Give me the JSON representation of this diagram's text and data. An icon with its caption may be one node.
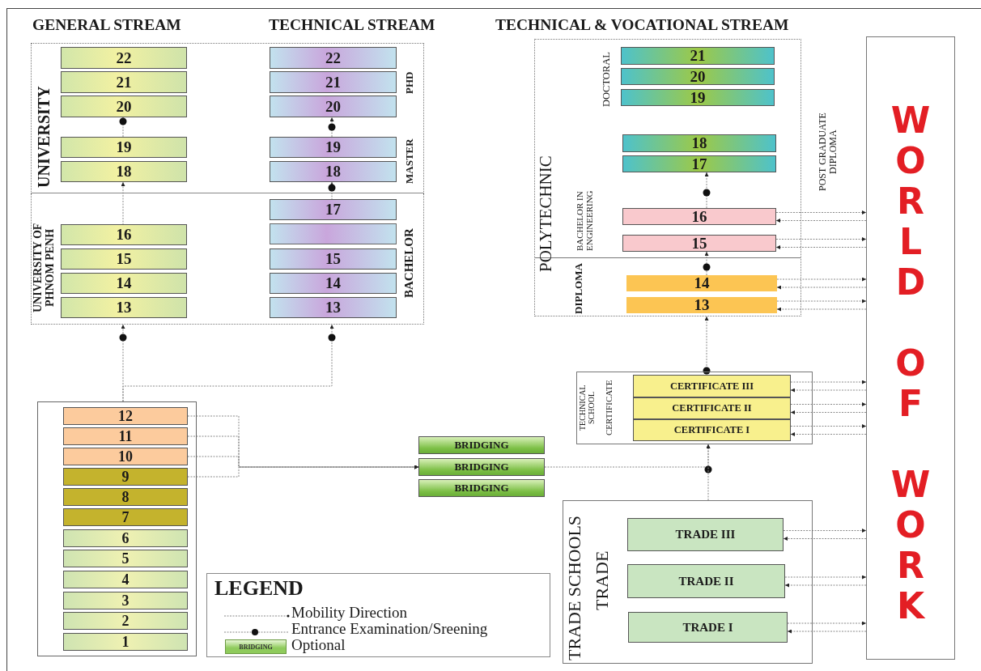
{
  "diagram": {
    "nodes": [
      {
        "text": [
          "UNIVERSITY"
        ]
      },
      {
        "text": [
          "22"
        ],
        "in": 0
      },
      {
        "text": [
          "21"
        ],
        "in": 0
      },
      {
        "text": [
          "20"
        ],
        "in": 0
      },
      {
        "text": [
          "19"
        ],
        "in": 0
      },
      {
        "text": [
          "18"
        ],
        "in": 0
      },
      {
        "text": [
          "22"
        ],
        "in": 0
      },
      {
        "text": [
          "21"
        ],
        "in": 0
      },
      {
        "text": [
          "20"
        ],
        "in": 0
      },
      {
        "text": [
          "19"
        ],
        "in": 0
      },
      {
        "text": [
          "18"
        ],
        "in": 0
      },
      {
        "text": [
          "UNIVERSITY OF PHNOM PENH"
        ]
      },
      {
        "text": [
          "16"
        ],
        "in": 11
      },
      {
        "text": [
          "15"
        ],
        "in": 11
      },
      {
        "text": [
          "14"
        ],
        "in": 11
      },
      {
        "text": [
          "13"
        ],
        "in": 11
      },
      {
        "text": [
          "17"
        ],
        "in": 11
      },
      {
        "text": [],
        "shape": "box",
        "in": 11
      },
      {
        "text": [
          "15"
        ],
        "in": 11
      },
      {
        "text": [
          "14"
        ],
        "in": 11
      },
      {
        "text": [
          "13"
        ],
        "in": 11
      },
      {
        "text": [
          "POLYTECHNIC"
        ]
      },
      {
        "text": [
          "21"
        ],
        "in": 21
      },
      {
        "text": [
          "20"
        ],
        "in": 21
      },
      {
        "text": [
          "19"
        ],
        "in": 21
      },
      {
        "text": [
          "18"
        ],
        "in": 21
      },
      {
        "text": [
          "17"
        ],
        "in": 21
      },
      {
        "text": [
          "16"
        ],
        "in": 21
      },
      {
        "text": [
          "15"
        ],
        "in": 21
      },
      {
        "text": [
          "14"
        ],
        "in": 21
      },
      {
        "text": [
          "13"
        ],
        "in": 21
      },
      {
        "text": [
          "WORLD OF WORK"
        ]
      },
      {
        "text": [],
        "shape": "box"
      },
      {
        "text": [
          "12"
        ],
        "in": 32
      },
      {
        "text": [
          "11"
        ],
        "in": 32
      },
      {
        "text": [
          "10"
        ],
        "in": 32
      },
      {
        "text": [
          "9"
        ],
        "in": 32
      },
      {
        "text": [
          "8"
        ],
        "in": 32
      },
      {
        "text": [
          "7"
        ],
        "in": 32
      },
      {
        "text": [
          "6"
        ],
        "in": 32
      },
      {
        "text": [
          "5"
        ],
        "in": 32
      },
      {
        "text": [
          "4"
        ],
        "in": 32
      },
      {
        "text": [
          "3"
        ],
        "in": 32
      },
      {
        "text": [
          "2"
        ],
        "in": 32
      },
      {
        "text": [
          "1"
        ],
        "in": 32
      },
      {
        "text": [
          "BRIDGING"
        ]
      },
      {
        "text": [
          "BRIDGING"
        ]
      },
      {
        "text": [
          "BRIDGING"
        ]
      },
      {
        "text": [
          "TECHNICAL SCHOOL",
          "CERTIFICATE"
        ]
      },
      {
        "text": [
          "CERTIFICATE III"
        ],
        "in": 48
      },
      {
        "text": [
          "CERTIFICATE II"
        ],
        "in": 48
      },
      {
        "text": [
          "CERTIFICATE I"
        ],
        "in": 48
      },
      {
        "text": [
          "TRADE SCHOOLS",
          "TRADE"
        ]
      },
      {
        "text": [
          "TRADE III"
        ],
        "in": 52
      },
      {
        "text": [
          "TRADE II"
        ],
        "in": 52
      },
      {
        "text": [
          "TRADE I"
        ],
        "in": 52
      }
    ],
    "edges": [
      {
        "from": 4,
        "to": 3,
        "arrow": "to"
      },
      {
        "from": 12,
        "to": 5,
        "arrow": "to"
      },
      {
        "from": 9,
        "to": 8,
        "arrow": "to"
      },
      {
        "from": 16,
        "to": 10,
        "arrow": "to"
      },
      {
        "from": 32,
        "to": 11,
        "arrow": "to"
      },
      {
        "from": 32,
        "to": 11,
        "arrow": "to"
      },
      {
        "from": 33,
        "to": 46,
        "arrow": "to"
      },
      {
        "from": 34,
        "to": 46,
        "arrow": "to"
      },
      {
        "from": 35,
        "to": 46,
        "arrow": "to"
      },
      {
        "from": 36,
        "to": 46,
        "arrow": "to"
      },
      {
        "from": 46,
        "to": 48,
        "arrow": "to"
      },
      {
        "from": 52,
        "to": 48,
        "arrow": "to"
      },
      {
        "from": 48,
        "to": 21,
        "arrow": "to"
      },
      {
        "from": 29,
        "to": 28,
        "arrow": "to"
      },
      {
        "from": 27,
        "to": 26,
        "arrow": "to"
      },
      {
        "from": 27,
        "to": 31,
        "arrow": "to"
      },
      {
        "from": 31,
        "to": 27,
        "arrow": "to"
      },
      {
        "from": 28,
        "to": 31,
        "arrow": "to"
      },
      {
        "from": 31,
        "to": 28,
        "arrow": "to"
      },
      {
        "from": 29,
        "to": 31,
        "arrow": "to"
      },
      {
        "from": 31,
        "to": 29,
        "arrow": "to"
      },
      {
        "from": 30,
        "to": 31,
        "arrow": "to"
      },
      {
        "from": 31,
        "to": 30,
        "arrow": "to"
      },
      {
        "from": 49,
        "to": 31,
        "arrow": "to"
      },
      {
        "from": 31,
        "to": 49,
        "arrow": "to"
      },
      {
        "from": 50,
        "to": 31,
        "arrow": "to"
      },
      {
        "from": 31,
        "to": 50,
        "arrow": "to"
      },
      {
        "from": 51,
        "to": 31,
        "arrow": "to"
      },
      {
        "from": 31,
        "to": 51,
        "arrow": "to"
      },
      {
        "from": 53,
        "to": 31,
        "arrow": "to"
      },
      {
        "from": 31,
        "to": 53,
        "arrow": "to"
      },
      {
        "from": 54,
        "to": 31,
        "arrow": "to"
      },
      {
        "from": 31,
        "to": 54,
        "arrow": "to"
      },
      {
        "from": 55,
        "to": 31,
        "arrow": "to"
      },
      {
        "from": 31,
        "to": 55,
        "arrow": "to"
      }
    ],
    "labels": [
      "GENERAL STREAM",
      "TECHNICAL STREAM",
      "TECHNICAL & VOCATIONAL STREAM",
      "PHD",
      "MASTER",
      "BACHELOR",
      "DOCTORAL",
      "POST GRADUATE DIPLOMA",
      "BACHELOR IN ENGINEERING",
      "DIPLOMA",
      "LEGEND",
      "BRIDGING"
    ],
    "legend": [
      {
        "text": "Mobility Direction"
      },
      {
        "text": "Entrance Examination/Sreening"
      },
      {
        "text": "Optional",
        "color": "#8fcb5c"
      }
    ]
  }
}
